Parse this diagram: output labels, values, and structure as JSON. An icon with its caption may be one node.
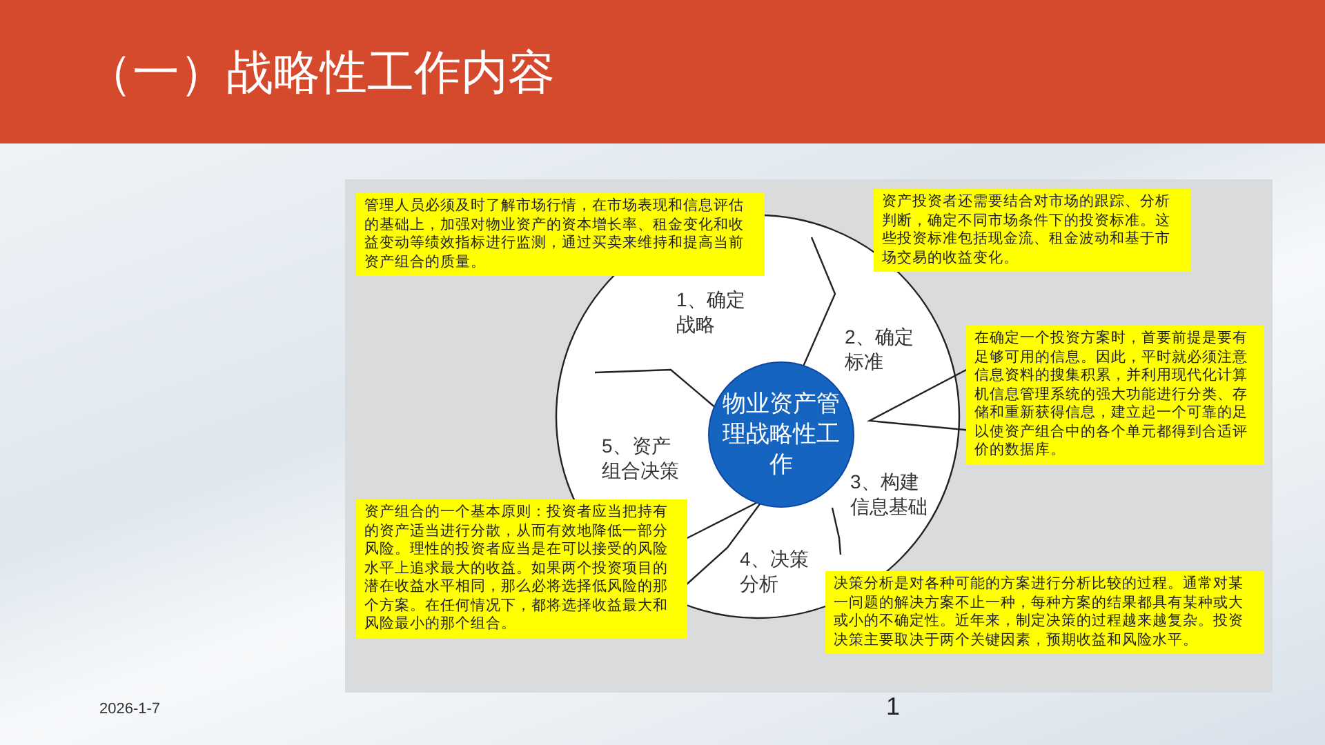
{
  "diagram": {
    "title": "（一）战略性工作内容",
    "nodes": [
      {
        "text": [
          "管理人员必须及时了解市场行情，在市场表现和信息评估的基础上，加强对物业资产的资本增长率、租金变化和收益变动等绩效指标进行监测，通过买卖来维持和提高当前资产组合的质量。"
        ]
      },
      {
        "text": [
          "资产投资者还需要结合对市场的跟踪、分析判断，确定不同市场条件下的投资标准。这些投资标准包括现金流、租金波动和基于市场交易的收益变化。"
        ]
      },
      {
        "text": [
          "1、确定战略"
        ]
      },
      {
        "text": [
          "2、确定标准"
        ]
      },
      {
        "text": [
          "在确定一个投资方案时，首要前提是要有足够可用的信息。因此，平时就必须注意信息资料的搜集积累，并利用现代化计算机信息管理系统的强大功能进行分类、存储和重新获得信息，建立起一个可靠的足以使资产组合中的各个单元都得到合适评价的数据库。"
        ]
      },
      {
        "text": [
          "5、资产组合决策"
        ]
      },
      {
        "text": [
          "物业资产管理战略性工作"
        ]
      },
      {
        "text": [
          "3、构建信息基础"
        ]
      },
      {
        "text": [
          "资产组合的一个基本原则：投资者应当把持有的资产适当进行分散，从而有效地降低一部分风险。理性的投资者应当是在可以接受的风险水平上追求最大的收益。如果两个投资项目的潜在收益水平相同，那么必将选择低风险的那个方案。在任何情况下，都将选择收益最大和风险最小的那个组合。"
        ]
      },
      {
        "text": [
          "4、决策分析"
        ]
      },
      {
        "text": [
          "决策分析是对各种可能的方案进行分析比较的过程。通常对某一问题的解决方案不止一种，每种方案的结果都具有某种或大或小的不确定性。近年来，制定决策的过程越来越复杂。投资决策主要取决于两个关键因素，预期收益和风险水平。"
        ]
      }
    ],
    "labels": [
      "2026-1-7",
      "1"
    ]
  }
}
